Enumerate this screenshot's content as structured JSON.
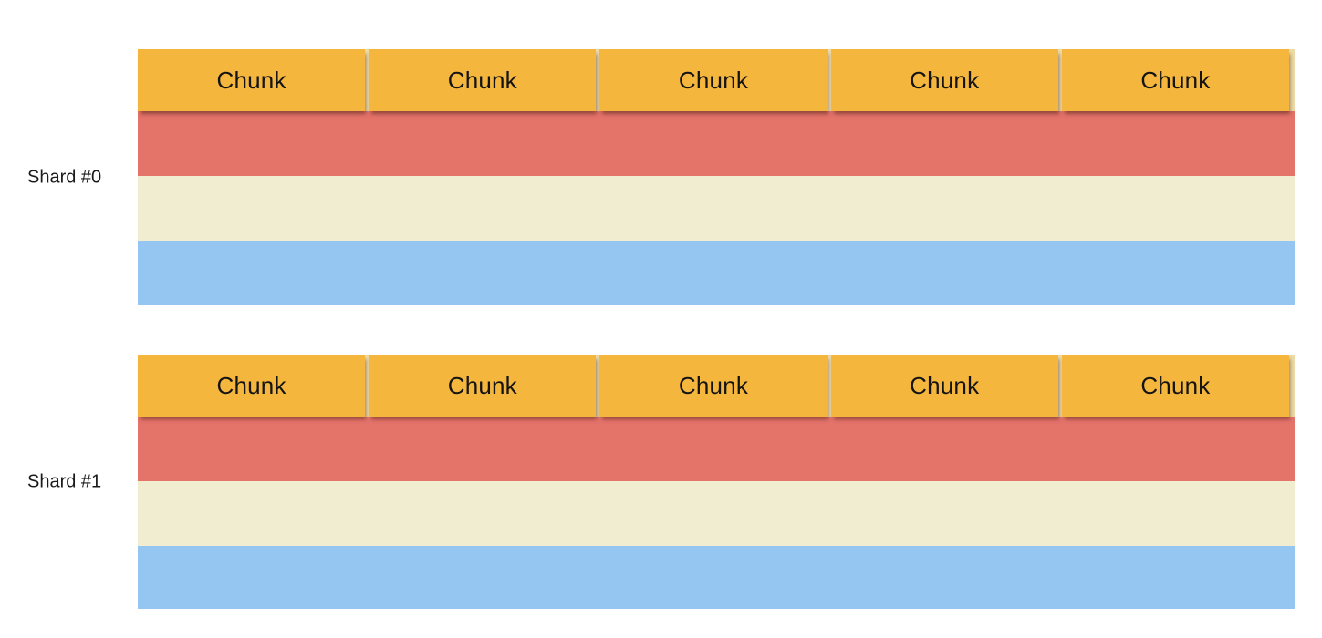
{
  "diagram": {
    "shards": [
      {
        "label": "Shard #0",
        "chunks": [
          {
            "label": "Chunk"
          },
          {
            "label": "Chunk"
          },
          {
            "label": "Chunk"
          },
          {
            "label": "Chunk"
          },
          {
            "label": "Chunk"
          }
        ],
        "bars": [
          {
            "name": "red-range",
            "color": "#E4736A"
          },
          {
            "name": "cream-range",
            "color": "#F1EDD0"
          },
          {
            "name": "blue-range",
            "color": "#95C6F2"
          }
        ]
      },
      {
        "label": "Shard #1",
        "chunks": [
          {
            "label": "Chunk"
          },
          {
            "label": "Chunk"
          },
          {
            "label": "Chunk"
          },
          {
            "label": "Chunk"
          },
          {
            "label": "Chunk"
          }
        ],
        "bars": [
          {
            "name": "red-range",
            "color": "#E4736A"
          },
          {
            "name": "cream-range",
            "color": "#F1EDD0"
          },
          {
            "name": "blue-range",
            "color": "#95C6F2"
          }
        ]
      }
    ],
    "colors": {
      "chunk_fill": "#F5B63D",
      "chunk_gap": "#EDDBA8",
      "range_red": "#E4736A",
      "range_cream": "#F1EDD0",
      "range_blue": "#95C6F2",
      "text": "#1A1A1A",
      "background": "#FFFFFF"
    }
  }
}
